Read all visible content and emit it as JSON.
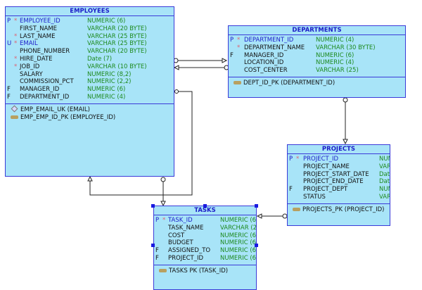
{
  "diagram": {
    "tables": {
      "employees": {
        "title": "EMPLOYEES",
        "columns": [
          {
            "flag": "P",
            "required": "*",
            "name": "EMPLOYEE_ID",
            "type": "NUMERIC (6)",
            "pk": true
          },
          {
            "flag": "",
            "required": "",
            "name": "FIRST_NAME",
            "type": "VARCHAR (20 BYTE)"
          },
          {
            "flag": "",
            "required": "*",
            "name": "LAST_NAME",
            "type": "VARCHAR (25 BYTE)"
          },
          {
            "flag": "U",
            "required": "*",
            "name": "EMAIL",
            "type": "VARCHAR (25 BYTE)",
            "pk": true
          },
          {
            "flag": "",
            "required": "",
            "name": "PHONE_NUMBER",
            "type": "VARCHAR (20 BYTE)"
          },
          {
            "flag": "",
            "required": "*",
            "name": "HIRE_DATE",
            "type": "Date (7)"
          },
          {
            "flag": "",
            "required": "*",
            "name": "JOB_ID",
            "type": "VARCHAR (10 BYTE)"
          },
          {
            "flag": "",
            "required": "",
            "name": "SALARY",
            "type": "NUMERIC (8,2)"
          },
          {
            "flag": "",
            "required": "",
            "name": "COMMISSION_PCT",
            "type": "NUMERIC (2,2)"
          },
          {
            "flag": "F",
            "required": "",
            "name": "MANAGER_ID",
            "type": "NUMERIC (6)"
          },
          {
            "flag": "F",
            "required": "",
            "name": "DEPARTMENT_ID",
            "type": "NUMERIC (4)"
          }
        ],
        "keys": [
          {
            "icon": "unique-key-icon",
            "label": "EMP_EMAIL_UK (EMAIL)"
          },
          {
            "icon": "primary-key-icon",
            "label": "EMP_EMP_ID_PK (EMPLOYEE_ID)"
          }
        ]
      },
      "departments": {
        "title": "DEPARTMENTS",
        "columns": [
          {
            "flag": "P",
            "required": "*",
            "name": "DEPARTMENT_ID",
            "type": "NUMERIC (4)",
            "pk": true
          },
          {
            "flag": "",
            "required": "*",
            "name": "DEPARTMENT_NAME",
            "type": "VARCHAR (30 BYTE)"
          },
          {
            "flag": "F",
            "required": "",
            "name": "MANAGER_ID",
            "type": "NUMERIC (6)"
          },
          {
            "flag": "",
            "required": "",
            "name": "LOCATION_ID",
            "type": "NUMERIC (4)"
          },
          {
            "flag": "",
            "required": "",
            "name": "COST_CENTER",
            "type": "VARCHAR (25)"
          }
        ],
        "keys": [
          {
            "icon": "primary-key-icon",
            "label": "DEPT_ID_PK (DEPARTMENT_ID)"
          }
        ]
      },
      "projects": {
        "title": "PROJECTS",
        "columns": [
          {
            "flag": "P",
            "required": "*",
            "name": "PROJECT_ID",
            "type": "NUM",
            "pk": true
          },
          {
            "flag": "",
            "required": "",
            "name": "PROJECT_NAME",
            "type": "VAR"
          },
          {
            "flag": "",
            "required": "",
            "name": "PROJECT_START_DATE",
            "type": "Dat"
          },
          {
            "flag": "",
            "required": "",
            "name": "PROJECT_END_DATE",
            "type": "Dat"
          },
          {
            "flag": "F",
            "required": "",
            "name": "PROJECT_DEPT",
            "type": "NUM"
          },
          {
            "flag": "",
            "required": "",
            "name": "STATUS",
            "type": "VAR"
          }
        ],
        "keys": [
          {
            "icon": "primary-key-icon",
            "label": "PROJECTS_PK (PROJECT_ID)"
          }
        ]
      },
      "tasks": {
        "title": "TASKS",
        "columns": [
          {
            "flag": "P",
            "required": "*",
            "name": "TASK_ID",
            "type": "NUMERIC (6",
            "pk": true
          },
          {
            "flag": "",
            "required": "",
            "name": "TASK_NAME",
            "type": "VARCHAR (2"
          },
          {
            "flag": "",
            "required": "",
            "name": "COST",
            "type": "NUMERIC (6"
          },
          {
            "flag": "",
            "required": "",
            "name": "BUDGET",
            "type": "NUMERIC (6"
          },
          {
            "flag": "F",
            "required": "",
            "name": "ASSIGNED_TO",
            "type": "NUMERIC (6"
          },
          {
            "flag": "F",
            "required": "",
            "name": "PROJECT_ID",
            "type": "NUMERIC (6"
          }
        ],
        "keys": [
          {
            "icon": "primary-key-icon",
            "label": "TASKS PK (TASK_ID)"
          }
        ]
      }
    },
    "colors": {
      "table_fill": "#a8e4f8",
      "table_border": "#3a3ad8",
      "title_text": "#1c1cc8",
      "type_text": "#1d8a1d",
      "required_marker": "#e06070",
      "selection_handle": "#1a1ae0"
    }
  }
}
